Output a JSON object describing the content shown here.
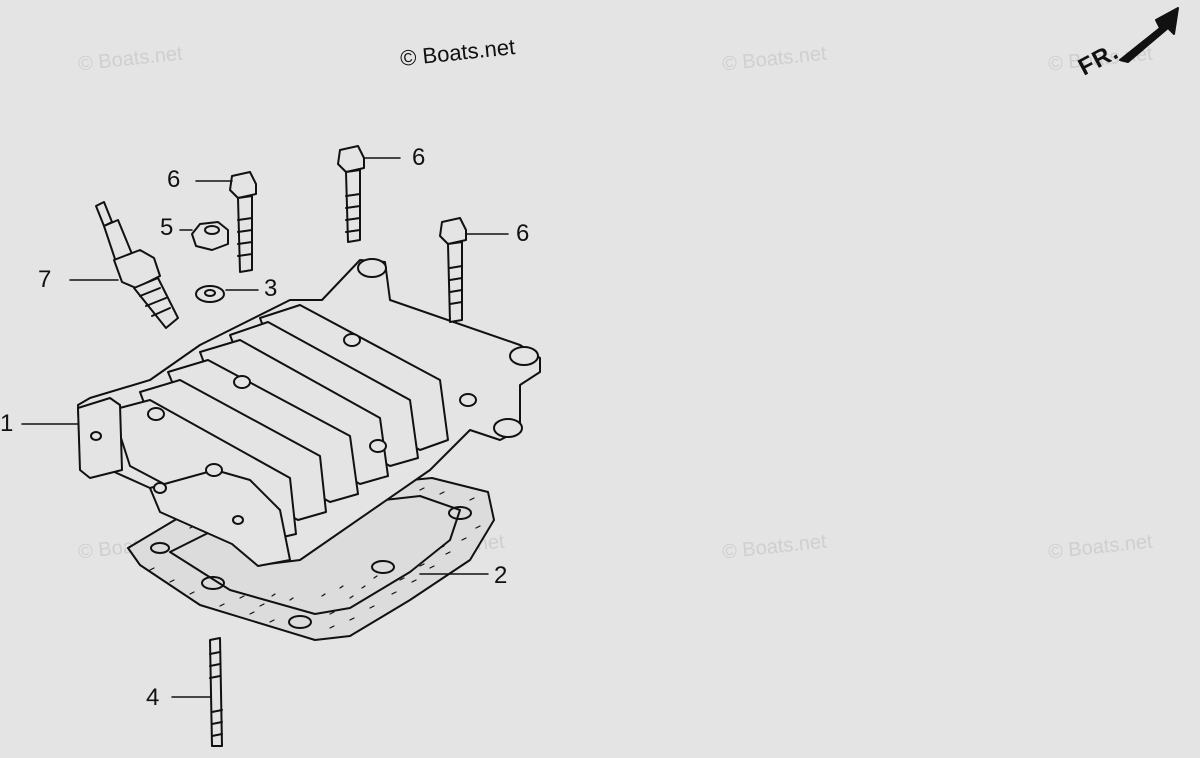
{
  "watermark": {
    "primary": "© Boats.net",
    "repeat": "© Boats.net"
  },
  "orientation": {
    "label": "FR."
  },
  "callouts": {
    "c1": "1",
    "c2": "2",
    "c3": "3",
    "c4": "4",
    "c5": "5",
    "c6a": "6",
    "c6b": "6",
    "c6c": "6",
    "c7": "7"
  },
  "colors": {
    "background": "#e4e4e4",
    "ink": "#111111",
    "watermark": "#cfcfcf"
  }
}
